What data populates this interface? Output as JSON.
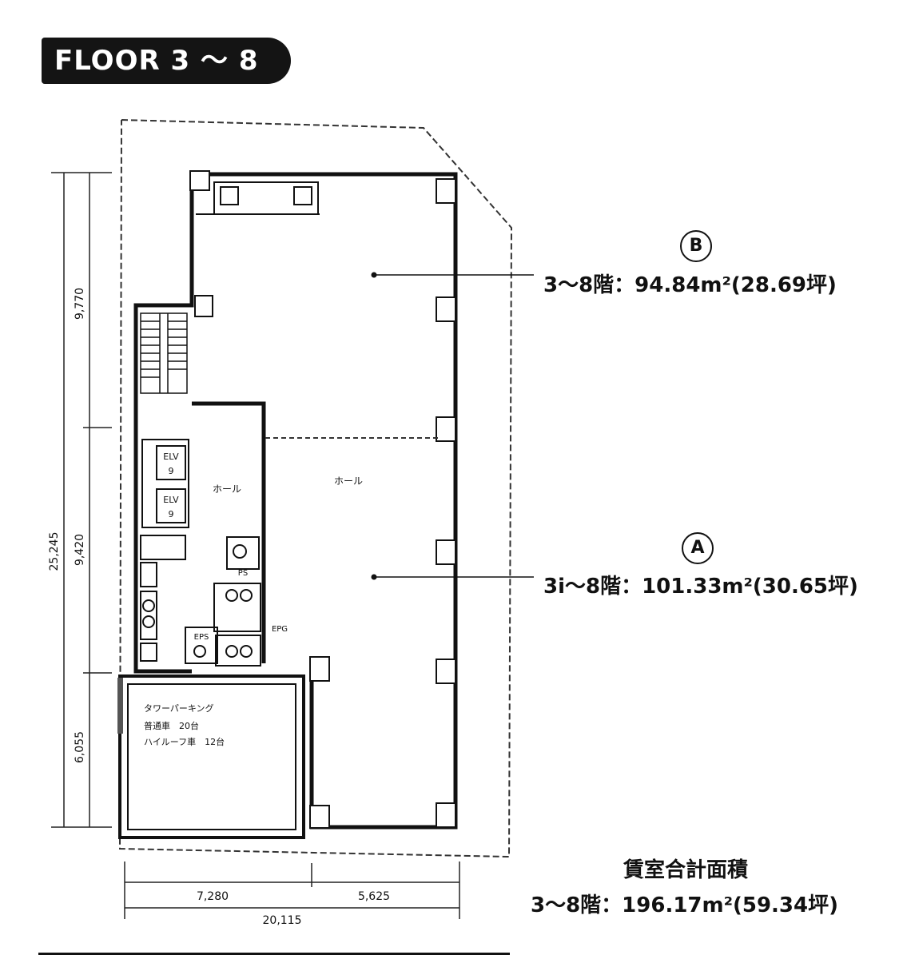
{
  "header": {
    "floor_label": "FLOOR 3 ～ 8"
  },
  "units": [
    {
      "letter": "B",
      "area_text": "3～8階：94.84m²(28.69坪)"
    },
    {
      "letter": "A",
      "area_text": "3i～8階：101.33m²(30.65坪)"
    }
  ],
  "plan": {
    "room_labels": {
      "hall_left": "ホール",
      "hall_right": "ホール"
    },
    "elevators": [
      {
        "label": "ELV",
        "number": "9"
      },
      {
        "label": "ELV",
        "number": "9"
      }
    ],
    "small_labels": {
      "ps": "PS",
      "eps": "EPS",
      "epg": "EPG"
    },
    "parking": {
      "title": "タワーパーキング",
      "row1": "普通車　20台",
      "row2": "ハイルーフ車　12台"
    },
    "dimensions": {
      "vertical_total": "25,245",
      "vertical_1": "9,770",
      "vertical_2": "9,420",
      "vertical_3": "6,055",
      "horizontal_left": "7,280",
      "horizontal_right": "5,625",
      "horizontal_total": "20,115"
    }
  },
  "summary": {
    "title": "賃室合計面積",
    "value": "3～8階：196.17m²(59.34坪)"
  }
}
